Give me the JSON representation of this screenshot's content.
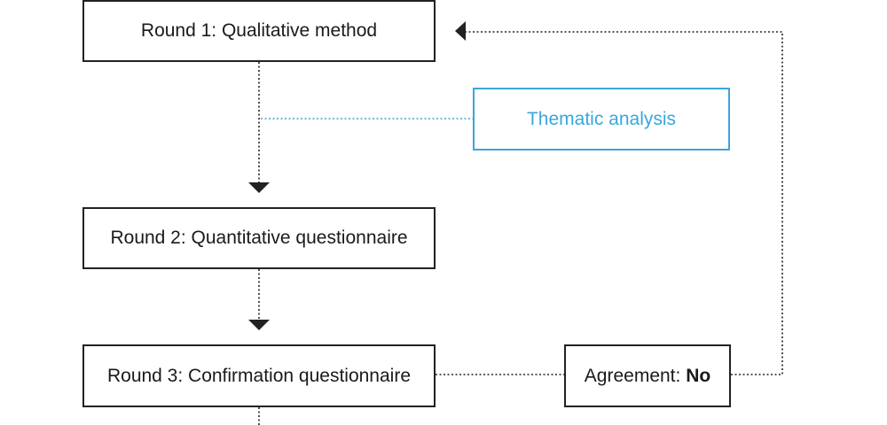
{
  "diagram": {
    "nodes": {
      "round1": {
        "label": "Round 1: Qualitative method"
      },
      "thematic": {
        "label": "Thematic analysis"
      },
      "round2": {
        "label": "Round 2: Quantitative questionnaire"
      },
      "round3": {
        "label": "Round 3: Confirmation questionnaire"
      },
      "agreement": {
        "label": "Agreement: ",
        "value": "No"
      }
    },
    "edges": [
      {
        "from": "round1",
        "to": "round2",
        "style": "dotted-arrow"
      },
      {
        "from": "thematic",
        "to": "round1-round2-connector",
        "style": "dotted-blue"
      },
      {
        "from": "round2",
        "to": "round3",
        "style": "dotted-arrow"
      },
      {
        "from": "round3",
        "to": "agreement",
        "style": "dotted"
      },
      {
        "from": "agreement",
        "to": "round1",
        "style": "dotted-arrow"
      },
      {
        "from": "round3",
        "to": "continues-below",
        "style": "dotted"
      }
    ],
    "colors": {
      "line": "#222222",
      "accent": "#3aa6dc"
    }
  }
}
